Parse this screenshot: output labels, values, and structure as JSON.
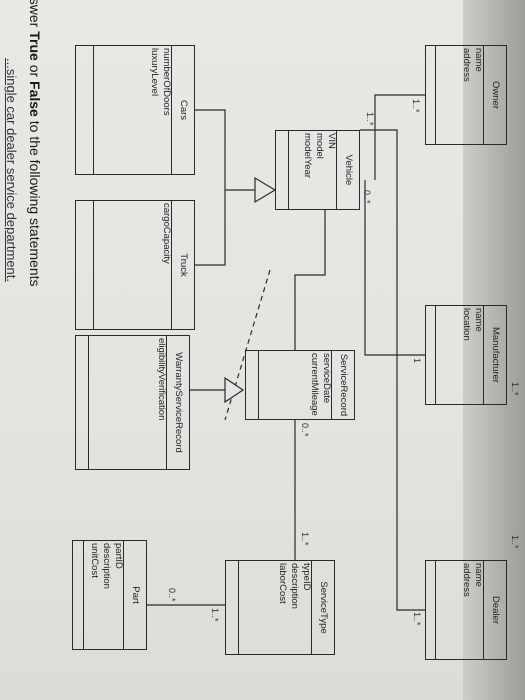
{
  "classes": {
    "owner": {
      "name": "Owner",
      "attrs": [
        "name",
        "address"
      ]
    },
    "manufacturer": {
      "name": "Manufacturer",
      "attrs": [
        "name",
        "location"
      ]
    },
    "dealer": {
      "name": "Dealer",
      "attrs": [
        "name",
        "address"
      ]
    },
    "vehicle": {
      "name": "Vehicle",
      "attrs": [
        "VIN",
        "model",
        "modelYear"
      ]
    },
    "service_record": {
      "name": "ServiceRecord",
      "attrs": [
        "serviceDate",
        "currentMileage"
      ]
    },
    "service_type": {
      "name": "ServiceType",
      "attrs": [
        "typeID",
        "description",
        "laborCost"
      ]
    },
    "cars": {
      "name": "Cars",
      "attrs": [
        "numberOfDoors",
        "luxuryLevel"
      ]
    },
    "truck": {
      "name": "Truck",
      "attrs": [
        "cargoCapacity"
      ]
    },
    "warranty": {
      "name": "WarrantyServiceRecord",
      "attrs": [
        "eligibilityVerification"
      ]
    },
    "part": {
      "name": "Part",
      "attrs": [
        "partID",
        "description",
        "unitCost"
      ]
    }
  },
  "multiplicities": {
    "m1": "1..*",
    "m2": "1..*",
    "m3": "0..*",
    "m4": "1",
    "m5": "1..*",
    "m6": "1..*",
    "m7": "1..*",
    "m8": "0..*",
    "m9": "1..*",
    "m10": "1..*",
    "m11": "0..*"
  },
  "question": {
    "prefix": "nswer ",
    "true_word": "True",
    "middle": " or ",
    "false_word": "False",
    "suffix": " to the following statements"
  },
  "cut_line": "...single car dealer service department."
}
